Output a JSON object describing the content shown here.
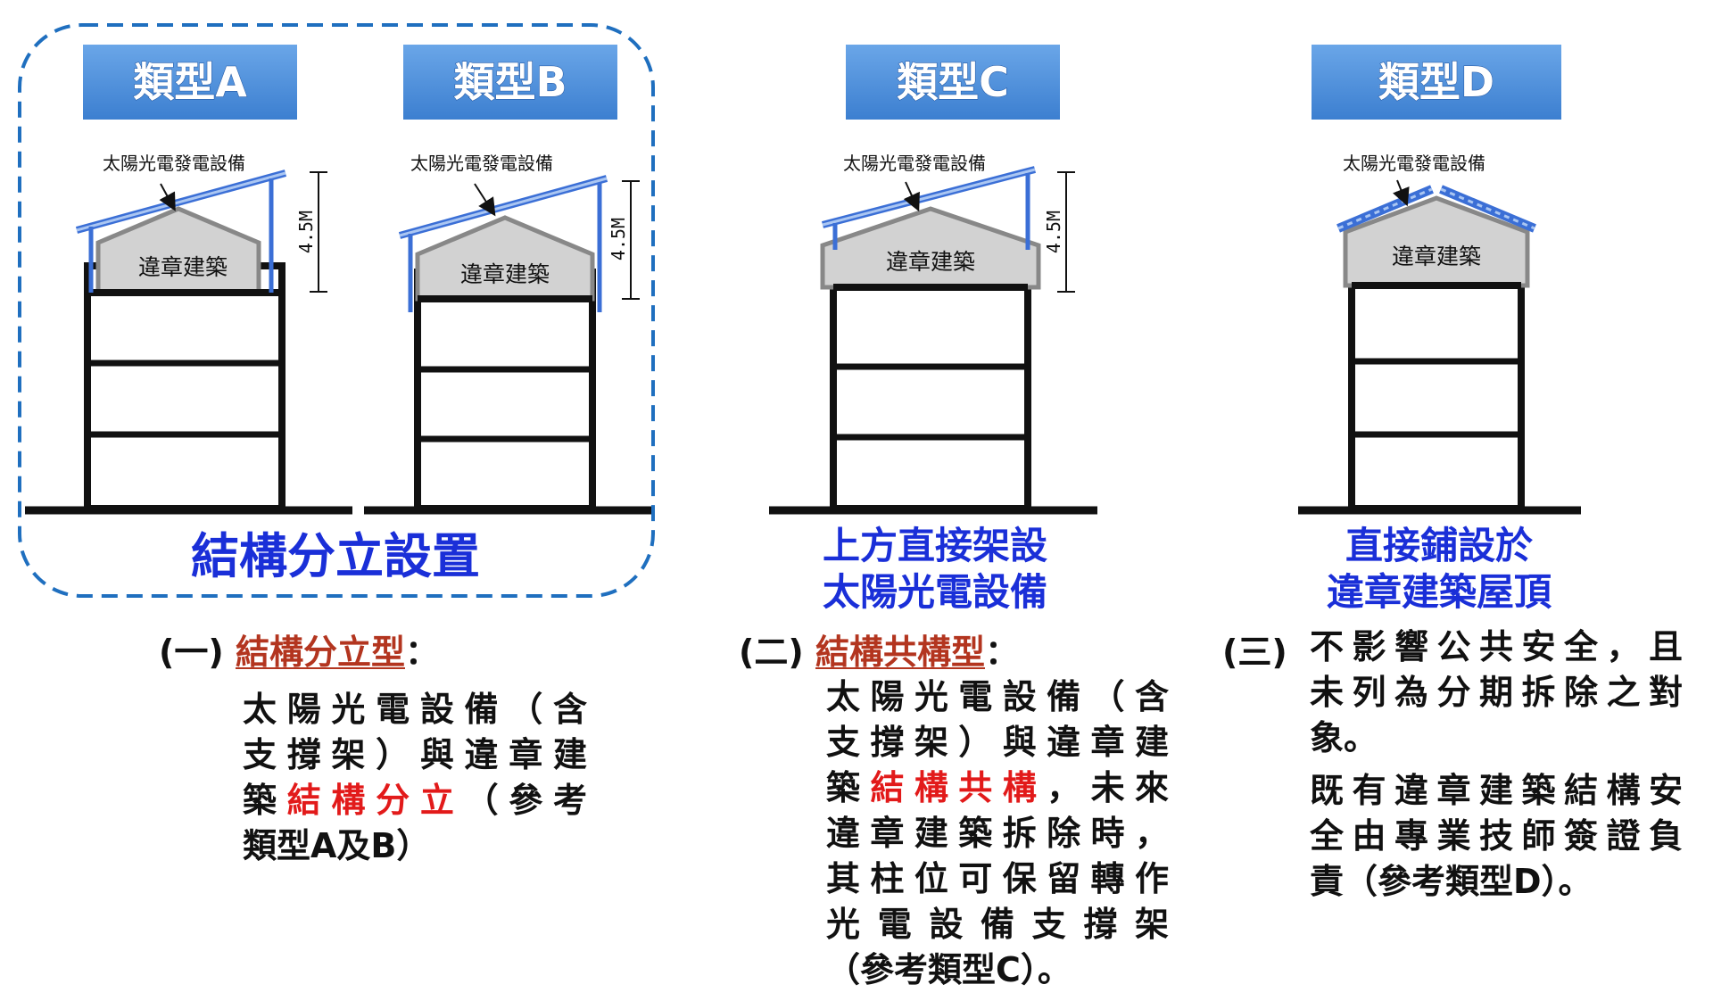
{
  "types": [
    {
      "label": "類型A",
      "solar_label": "太陽光電發電設備",
      "building_label": "違章建築",
      "height": "4.5M"
    },
    {
      "label": "類型B",
      "solar_label": "太陽光電發電設備",
      "building_label": "違章建築",
      "height": "4.5M"
    },
    {
      "label": "類型C",
      "solar_label": "太陽光電發電設備",
      "building_label": "違章建築",
      "height": "4.5M"
    },
    {
      "label": "類型D",
      "solar_label": "太陽光電發電設備",
      "building_label": "違章建築"
    }
  ],
  "captions": {
    "group_ab": "結構分立設置",
    "c_line1": "上方直接架設",
    "c_line2": "太陽光電設備",
    "d_line1": "直接鋪設於",
    "d_line2": "違章建築屋頂"
  },
  "sections": {
    "one": {
      "prefix": "(一)",
      "title": "結構分立型",
      "suffix": "：",
      "line1": "太陽光電設備（含",
      "line2": "支撐架）與違章建",
      "line3_a": "築",
      "line3_red": "結構分立",
      "line3_b": "（參考",
      "line4": "類型A及B）"
    },
    "two": {
      "prefix": "(二)",
      "title": "結構共構型",
      "suffix": "：",
      "line1": "太陽光電設備（含",
      "line2": "支撐架）與違章建",
      "line3_a": "築",
      "line3_red": "結構共構",
      "line3_b": "，未來",
      "line4": "違章建築拆除時，",
      "line5": "其柱位可保留轉作",
      "line6": "光電設備支撐架",
      "line7": "（參考類型C）。"
    },
    "three": {
      "prefix": "(三)",
      "line1": "不影響公共安全，且",
      "line2": "未列為分期拆除之對",
      "line3": "象。",
      "line4": "既有違章建築結構安",
      "line5": "全由專業技師簽證負",
      "line6": "責（參考類型D）。"
    }
  },
  "colors": {
    "label_bg": "#4f8fd8",
    "dashed_frame": "#1f6fbf",
    "caption_blue": "#1a2fd8",
    "underline_red": "#b3351f",
    "highlight_red": "#e21a1a",
    "panel_blue": "#3b6fd6"
  }
}
